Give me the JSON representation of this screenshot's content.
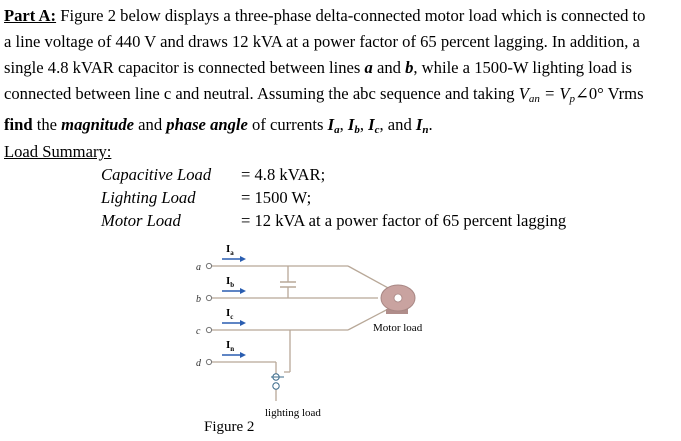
{
  "problem": {
    "part_label": "Part A:",
    "line1_rest": " Figure 2 below displays a three-phase delta-connected motor load which is connected to",
    "line2": "a line voltage of 440 V and draws 12 kVA at a power factor of 65 percent lagging. In addition, a",
    "line3_pre": "single 4.8 kVAR capacitor is connected between lines ",
    "line3_a": "a",
    "line3_mid": " and ",
    "line3_b": "b",
    "line3_post": ", while a 1500-W lighting load is",
    "line4_pre": "connected between line c and neutral. Assuming the abc sequence and taking ",
    "line4_eq": "V",
    "line4_eq_sub": "an",
    "line4_eq_rest": " = V",
    "line4_eq_sub2": "p",
    "line4_eq_tail": "∠0° Vrms",
    "line5_find": "find",
    "line5_the": " the ",
    "line5_mag": "magnitude",
    "line5_and": " and ",
    "line5_phase": "phase angle",
    "line5_of": " of currents ",
    "line5_Ia": "I",
    "line5_Ia_sub": "a",
    "line5_c1": ", ",
    "line5_Ib": "I",
    "line5_Ib_sub": "b",
    "line5_c2": ", ",
    "line5_Ic": "I",
    "line5_Ic_sub": "c",
    "line5_and2": ", and ",
    "line5_In": "I",
    "line5_In_sub": "n",
    "line5_end": "."
  },
  "summary": {
    "title": "Load Summary:",
    "rows": [
      {
        "label": "Capacitive Load",
        "value": "= 4.8 kVAR;"
      },
      {
        "label": "Lighting Load",
        "value": "= 1500 W;"
      },
      {
        "label": "Motor Load",
        "value": "= 12 kVA at a power factor of 65 percent lagging"
      }
    ]
  },
  "figure": {
    "caption": "Figure 2",
    "node_a": "a",
    "node_b": "b",
    "node_c": "c",
    "node_d": "d",
    "current_a": "I",
    "current_a_sub": "a",
    "current_b": "I",
    "current_b_sub": "b",
    "current_c": "I",
    "current_c_sub": "c",
    "current_n": "I",
    "current_n_sub": "n",
    "motor_label": "Motor load",
    "lighting_label": "lighting load",
    "wire_color": "#b8a898",
    "arrow_color": "#2a5db0",
    "motor_color": "#c9a3a0"
  }
}
